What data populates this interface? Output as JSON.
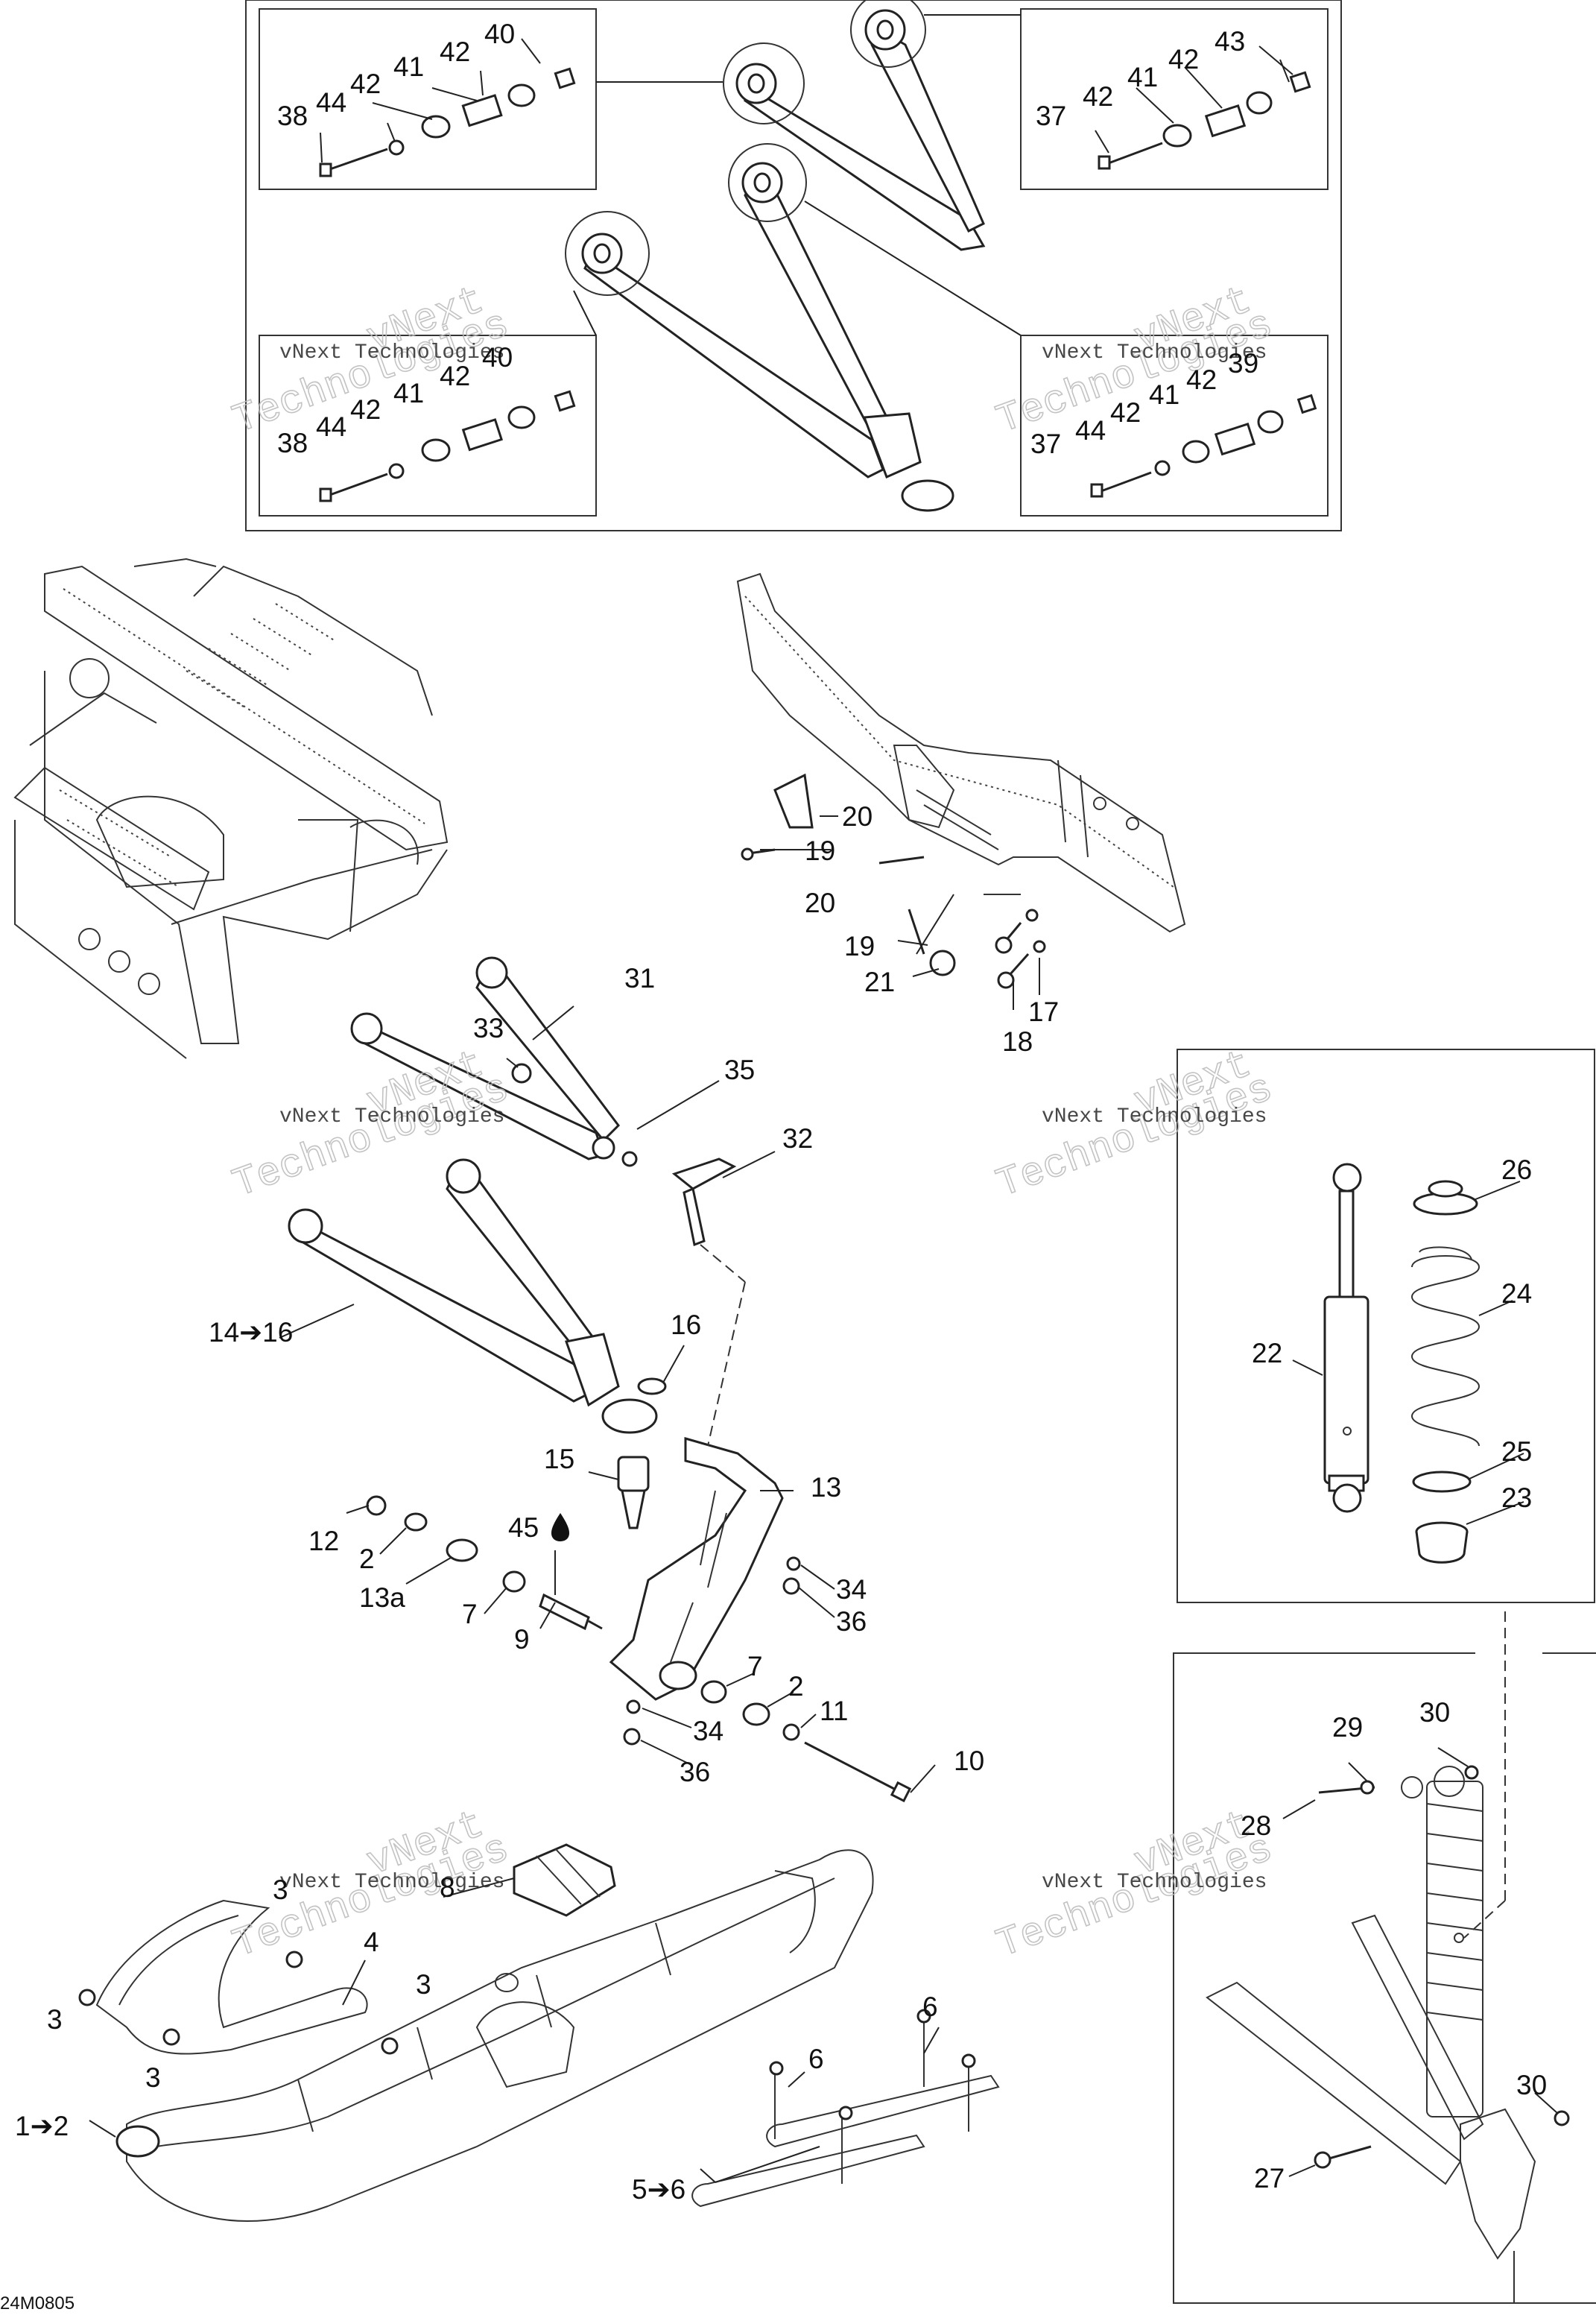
{
  "diagram": {
    "drawing_code": "24M0805",
    "watermark": {
      "main_text": "Technologies",
      "top_text": "vNext",
      "sub_text": "vNext Technologies"
    },
    "callouts": {
      "p40a": "40",
      "p42a": "42",
      "p41a": "41",
      "p44a": "44",
      "p38a": "38",
      "p43": "43",
      "p42b": "42",
      "p41b": "41",
      "p42c": "42",
      "p37a": "37",
      "p40b": "40",
      "p41c": "41",
      "p42d": "42",
      "p44b": "44",
      "p38b": "38",
      "p39": "39",
      "p42e": "42",
      "p41d": "41",
      "p42f": "42",
      "p44c": "44",
      "p37b": "37",
      "p20a": "20",
      "p19a": "19",
      "p20b": "20",
      "p19b": "19",
      "p21": "21",
      "p17": "17",
      "p18": "18",
      "p31": "31",
      "p33": "33",
      "p35": "35",
      "p32": "32",
      "p14_16": "14➔16",
      "p16": "16",
      "p15": "15",
      "p13": "13",
      "p45": "45",
      "p12": "12",
      "p2a": "2",
      "p13a": "13a",
      "p7a": "7",
      "p9": "9",
      "p34a": "34",
      "p36a": "36",
      "p7b": "7",
      "p2b": "2",
      "p11": "11",
      "p34b": "34",
      "p36b": "36",
      "p10": "10",
      "p26": "26",
      "p24": "24",
      "p22": "22",
      "p25": "25",
      "p23": "23",
      "p29": "29",
      "p30a": "30",
      "p28": "28",
      "p30b": "30",
      "p27": "27",
      "p8": "8",
      "p3a": "3",
      "p4": "4",
      "p3b": "3",
      "p3c": "3",
      "p3d": "3",
      "p1_2": "1➔2",
      "p6a": "6",
      "p6b": "6",
      "p5_6": "5➔6"
    }
  }
}
